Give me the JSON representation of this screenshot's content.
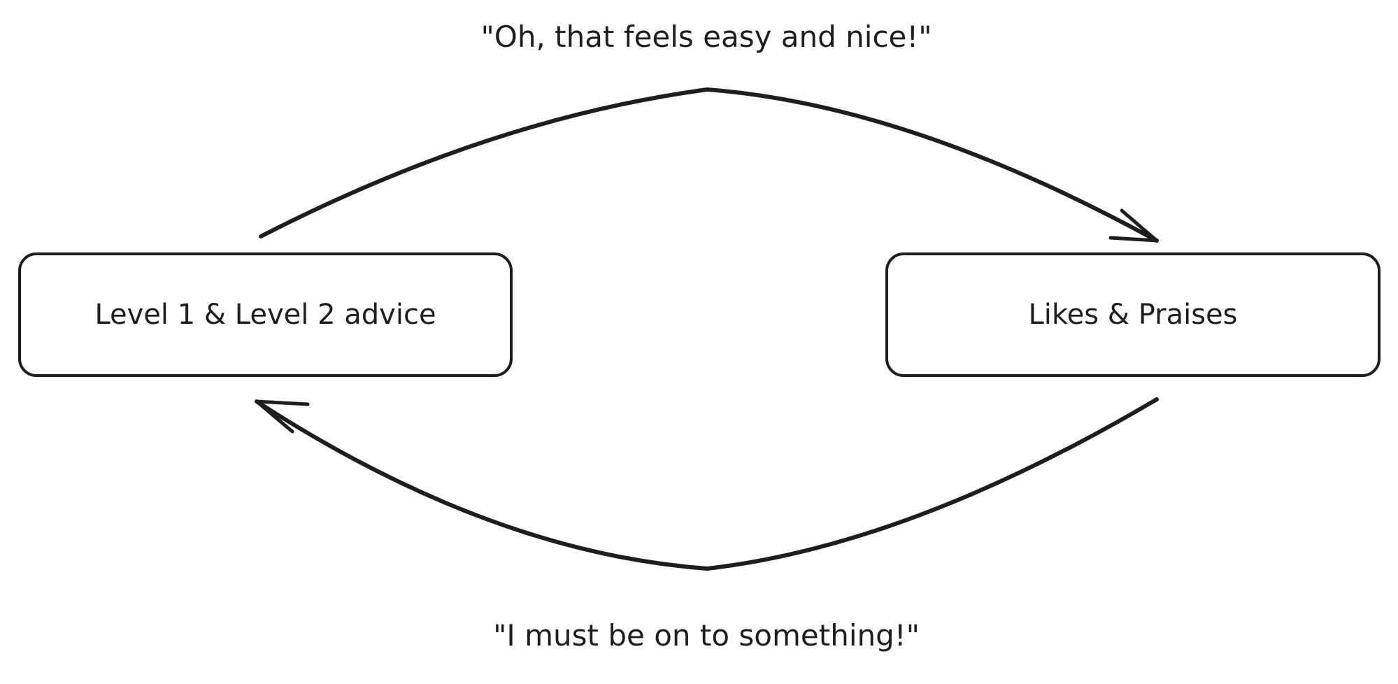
{
  "nodes": {
    "left": "Level 1 & Level 2 advice",
    "right": "Likes & Praises"
  },
  "edges": {
    "top_label": "\"Oh, that feels easy and nice!\"",
    "bottom_label": "\"I must be on to something!\""
  },
  "colors": {
    "stroke": "#1e1e1e",
    "background": "#ffffff"
  }
}
